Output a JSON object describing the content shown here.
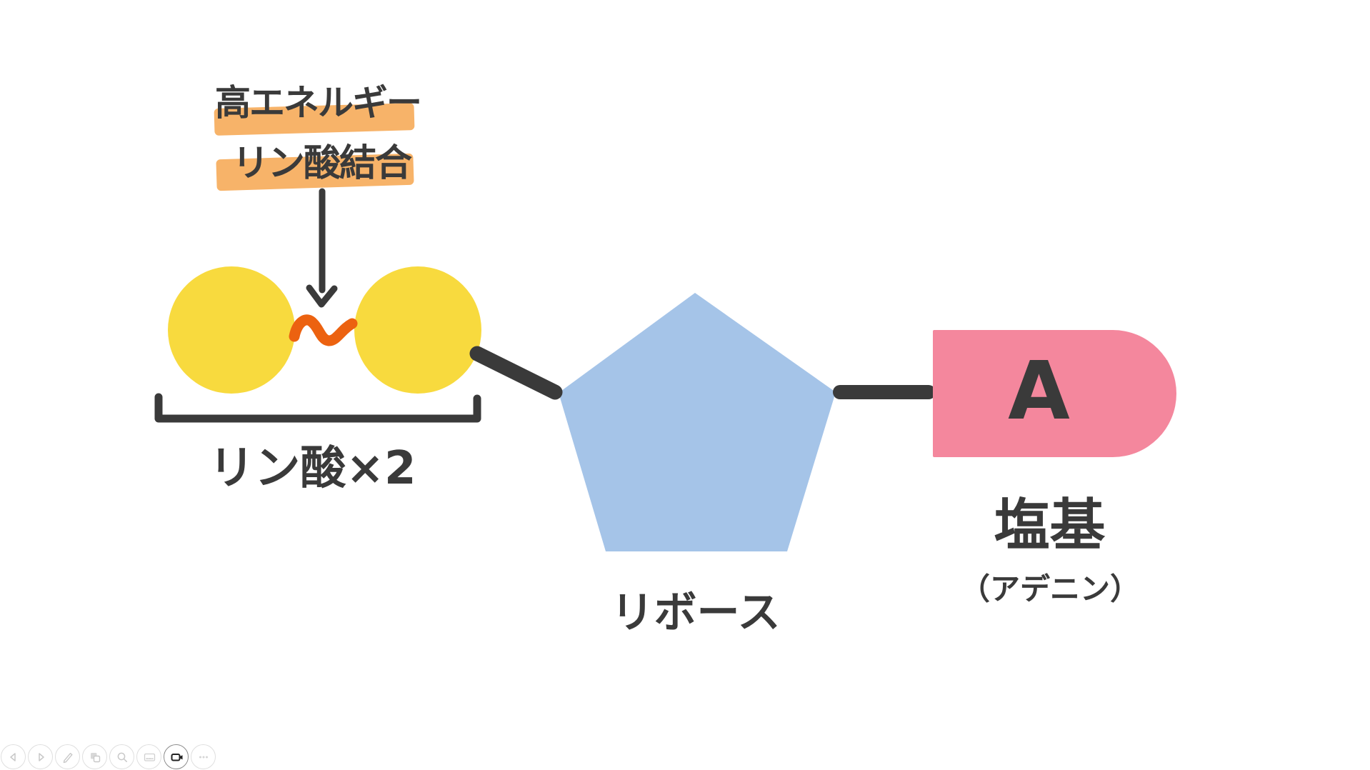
{
  "canvas": {
    "background_color": "#FFFFFF",
    "ink_color": "#3A3A3A"
  },
  "diagram": {
    "annotation": {
      "line1": "高エネルギー",
      "line2": "リン酸結合",
      "highlight_color": "#F7B369",
      "arrow": "down-arrow pointing to squiggle bond"
    },
    "phosphates": {
      "label": "リン酸×2",
      "count": 2,
      "circle_color": "#F8DA3E",
      "bond_squiggle_color": "#EC6210"
    },
    "ribose": {
      "label": "リボース",
      "shape": "pentagon",
      "color": "#A5C4E8"
    },
    "base": {
      "letter": "A",
      "label": "塩基",
      "sublabel": "（アデニン）",
      "color": "#F4879D"
    }
  },
  "toolbar": {
    "buttons": [
      {
        "icon": "chevron-left-icon",
        "name": "previous-slide",
        "active": false
      },
      {
        "icon": "chevron-right-icon",
        "name": "next-slide",
        "active": false
      },
      {
        "icon": "pen-icon",
        "name": "pen-tool",
        "active": false
      },
      {
        "icon": "slides-icon",
        "name": "slide-navigator",
        "active": false
      },
      {
        "icon": "magnifier-icon",
        "name": "zoom-tool",
        "active": false
      },
      {
        "icon": "keyboard-icon",
        "name": "keyboard",
        "active": false
      },
      {
        "icon": "video-camera-icon",
        "name": "camera",
        "active": true
      },
      {
        "icon": "ellipsis-icon",
        "name": "more-options",
        "active": false
      }
    ]
  }
}
